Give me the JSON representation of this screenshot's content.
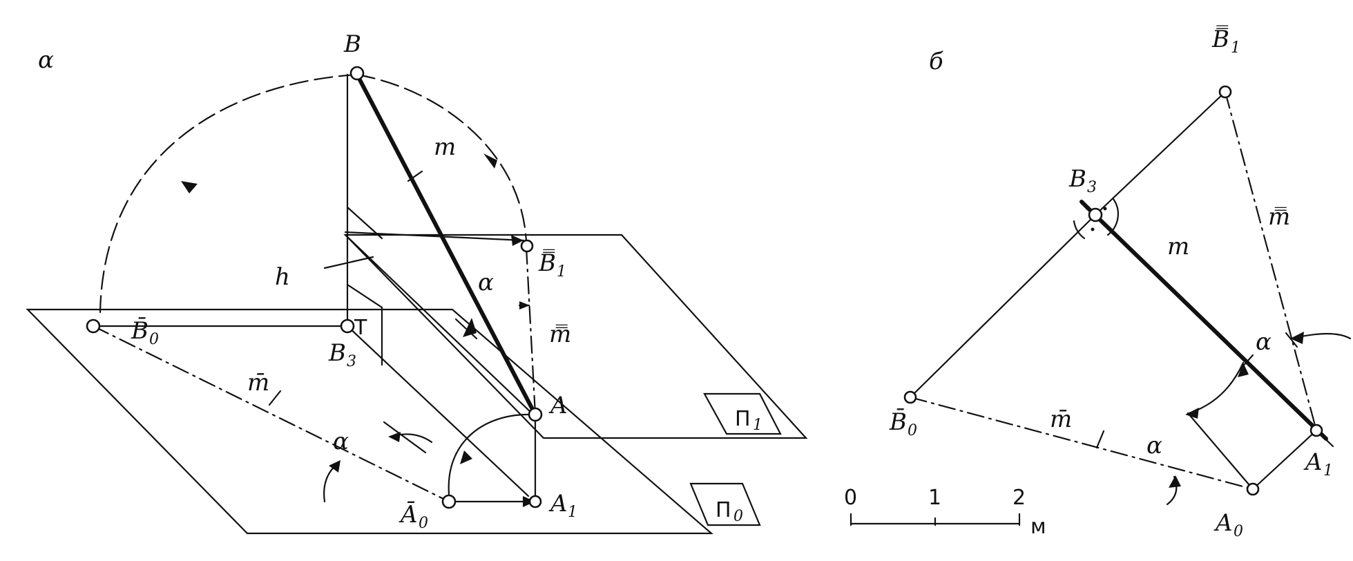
{
  "panels": {
    "a": {
      "label": "α",
      "points": {
        "B": "B",
        "B1": "B̿",
        "B1_sub": "1",
        "B0": "B̄",
        "B0_sub": "0",
        "B3": "B",
        "B3_sub": "3",
        "A": "A",
        "A1": "A",
        "A1_sub": "1",
        "A0": "Ā",
        "A0_sub": "0"
      },
      "lines": {
        "m": "m",
        "m_bar": "m̄",
        "m_dbar": "m̿",
        "h": "h",
        "T": "T"
      },
      "angles": {
        "alpha_upper": "α",
        "alpha_lower": "α"
      },
      "planes": {
        "pi1": "Π",
        "pi1_sub": "1",
        "pi0": "Π",
        "pi0_sub": "0"
      }
    },
    "b": {
      "label": "б",
      "points": {
        "B1": "B̿",
        "B1_sub": "1",
        "B3": "B",
        "B3_sub": "3",
        "B0": "B̄",
        "B0_sub": "0",
        "A1": "A",
        "A1_sub": "1",
        "A0": "A",
        "A0_sub": "0"
      },
      "lines": {
        "m": "m",
        "m_bar": "m̄",
        "m_dbar": "m̿"
      },
      "angles": {
        "alpha_upper": "α",
        "alpha_lower": "α"
      },
      "scale": {
        "ticks": [
          "0",
          "1",
          "2"
        ],
        "unit": "м"
      }
    }
  },
  "colors": {
    "ink": "#111111",
    "paper": "#ffffff"
  }
}
